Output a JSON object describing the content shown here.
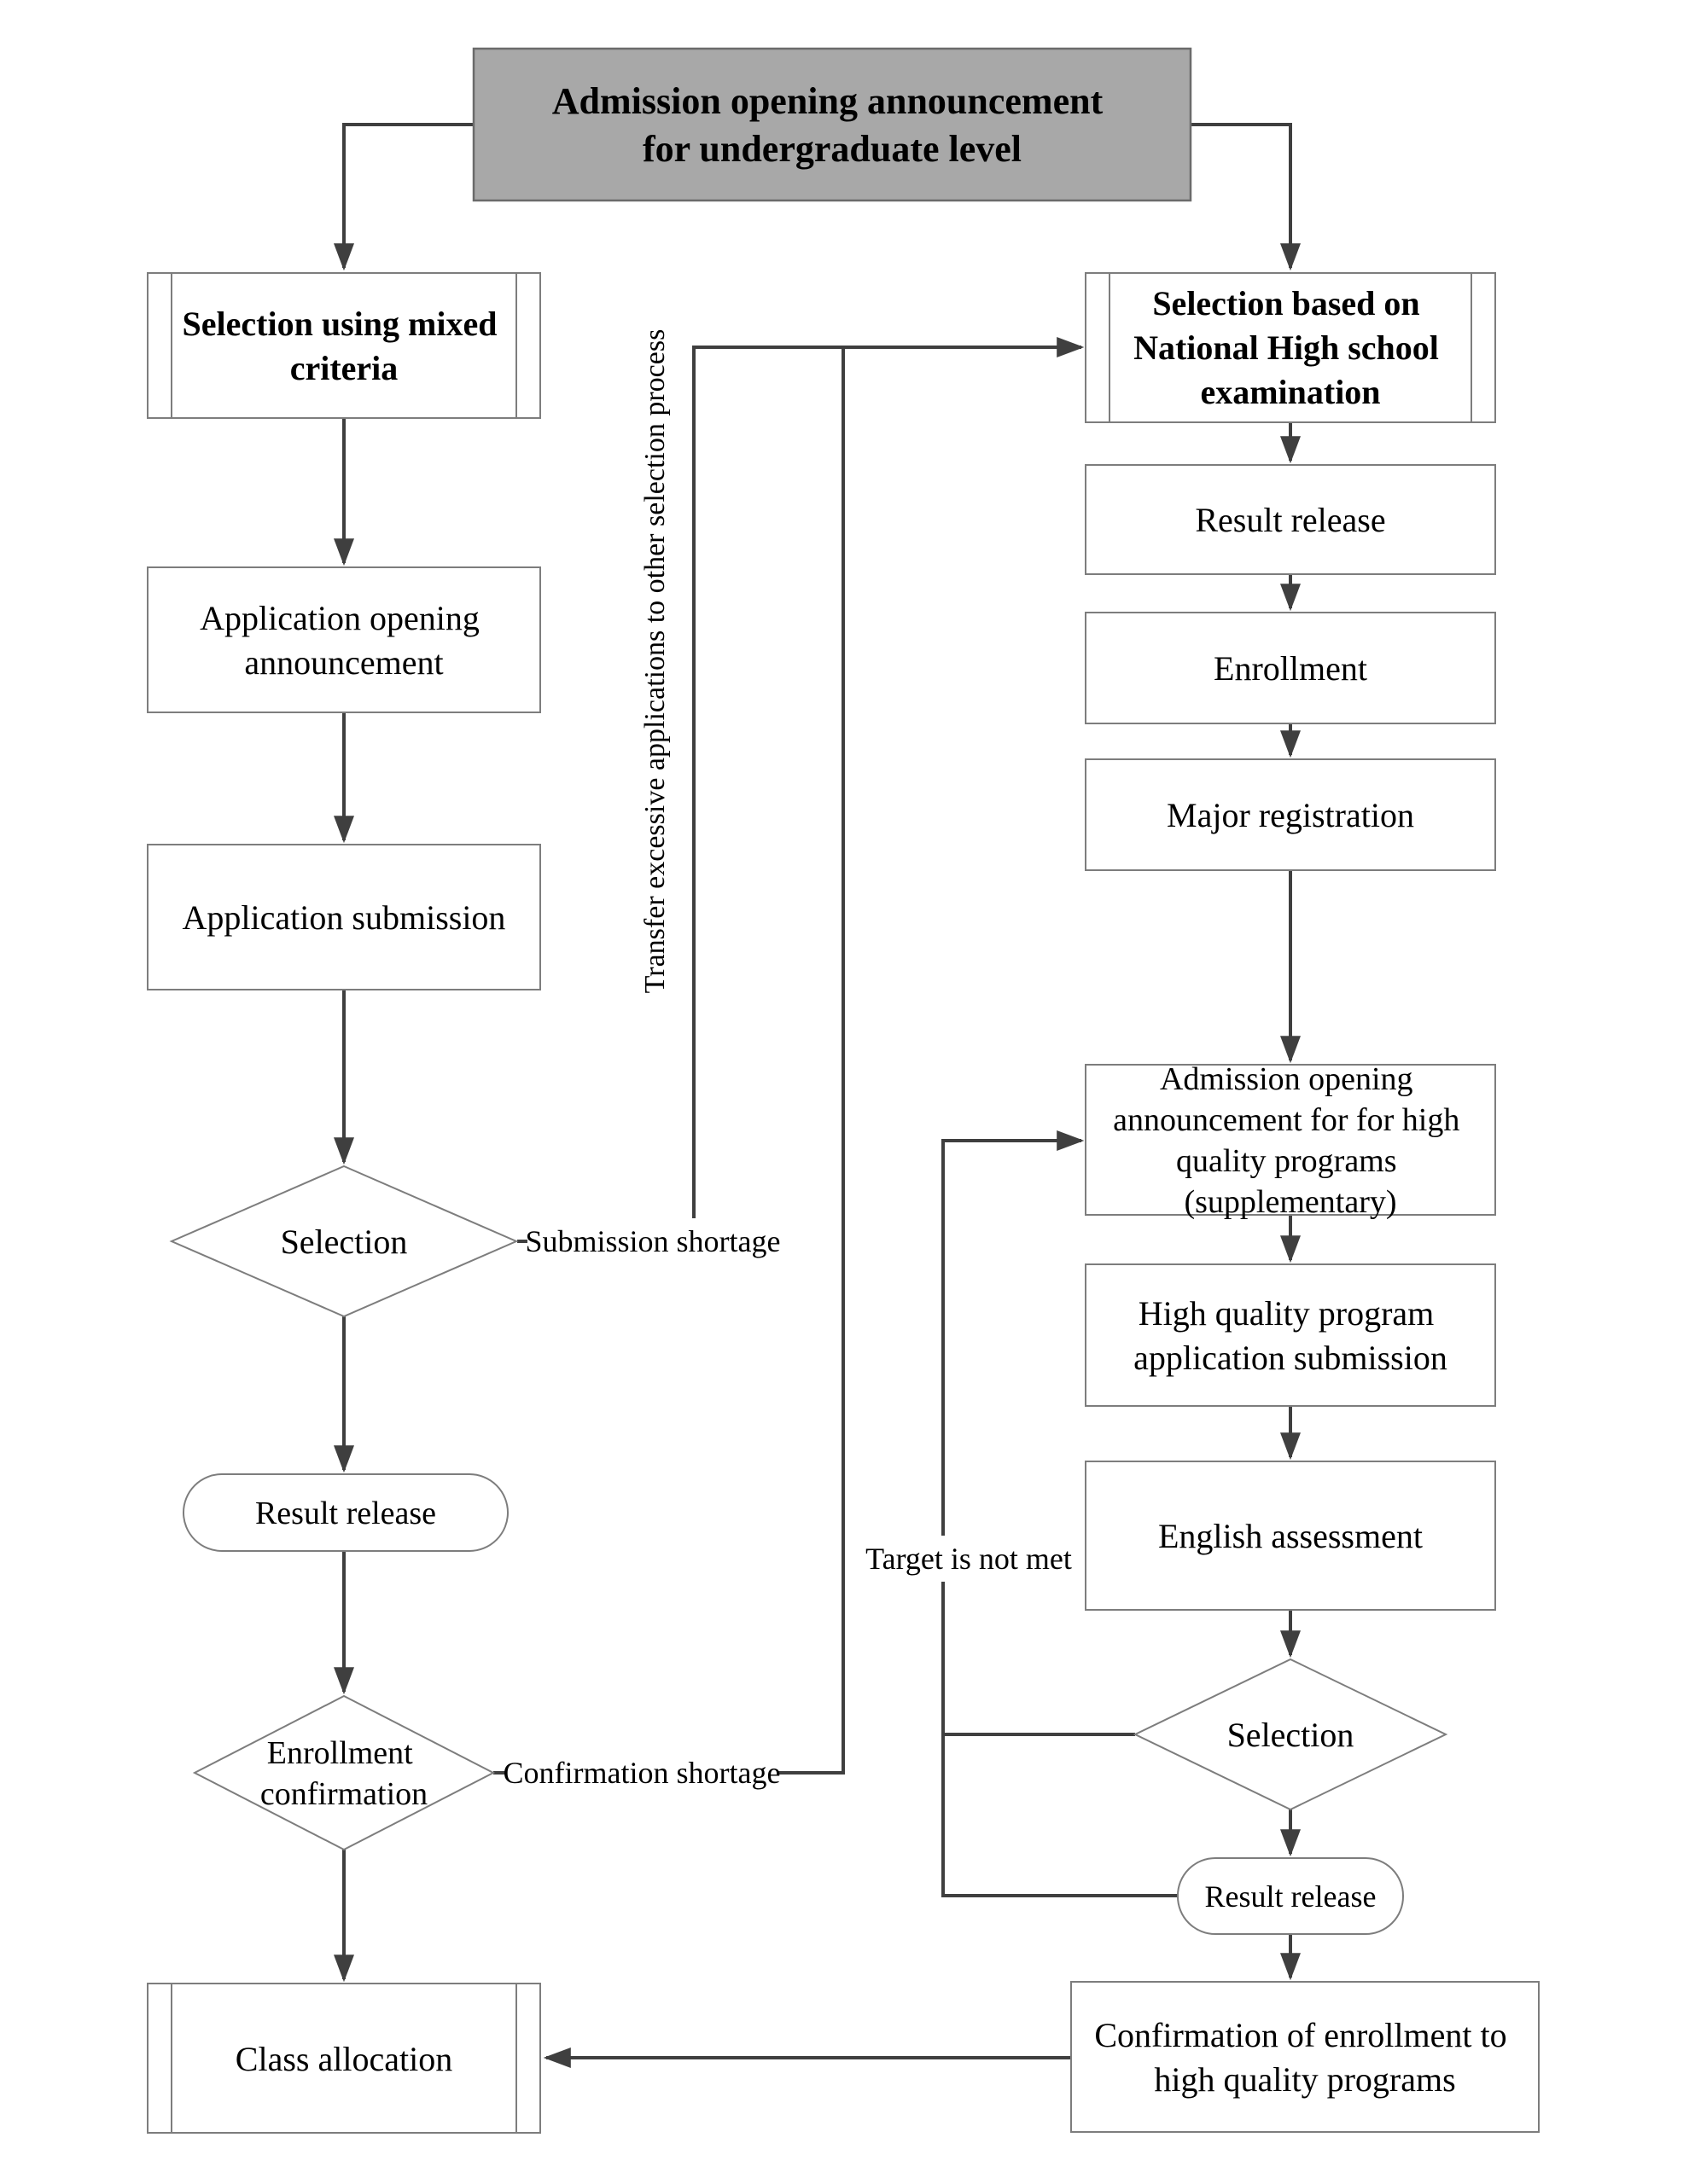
{
  "diagram_type": "flowchart",
  "colors": {
    "background": "#ffffff",
    "title_fill": "#a8a8a8",
    "box_stroke": "#7d7d7d",
    "connector": "#3f3f3f",
    "text": "#000000"
  },
  "nodes": {
    "title": {
      "shape": "rectangle-filled",
      "lines": [
        "Admission opening announcement",
        "for undergraduate level"
      ]
    },
    "mixed_criteria": {
      "shape": "predefined-process",
      "lines": [
        "Selection using mixed",
        "criteria"
      ]
    },
    "application_opening": {
      "shape": "rectangle",
      "lines": [
        "Application opening",
        "announcement"
      ]
    },
    "application_submission": {
      "shape": "rectangle",
      "lines": [
        "Application submission"
      ]
    },
    "selection_left": {
      "shape": "diamond",
      "lines": [
        "Selection"
      ]
    },
    "result_release_left": {
      "shape": "terminator",
      "lines": [
        "Result release"
      ]
    },
    "enrollment_confirmation": {
      "shape": "diamond",
      "lines": [
        "Enrollment",
        "confirmation"
      ]
    },
    "class_allocation": {
      "shape": "predefined-process",
      "lines": [
        "Class allocation"
      ]
    },
    "national_exam": {
      "shape": "predefined-process",
      "lines": [
        "Selection based on",
        "National High school",
        "examination"
      ]
    },
    "result_release_right": {
      "shape": "rectangle",
      "lines": [
        "Result release"
      ]
    },
    "enrollment": {
      "shape": "rectangle",
      "lines": [
        "Enrollment"
      ]
    },
    "major_registration": {
      "shape": "rectangle",
      "lines": [
        "Major registration"
      ]
    },
    "supplementary_announcement": {
      "shape": "rectangle",
      "lines": [
        "Admission opening",
        "announcement for for high",
        "quality programs",
        "(supplementary)"
      ]
    },
    "hq_application_submission": {
      "shape": "rectangle",
      "lines": [
        "High quality program",
        "application submission"
      ]
    },
    "english_assessment": {
      "shape": "rectangle",
      "lines": [
        "English assessment"
      ]
    },
    "selection_right": {
      "shape": "diamond",
      "lines": [
        "Selection"
      ]
    },
    "result_release_bottom": {
      "shape": "terminator",
      "lines": [
        "Result release"
      ]
    },
    "confirmation_enrollment": {
      "shape": "rectangle",
      "lines": [
        "Confirmation of enrollment to",
        "high quality programs"
      ]
    }
  },
  "edge_labels": {
    "submission_shortage": "Submission shortage",
    "confirmation_shortage": "Confirmation shortage",
    "target_not_met": "Target is not met",
    "transfer_excessive": "Transfer excessive applications to other selection process"
  }
}
